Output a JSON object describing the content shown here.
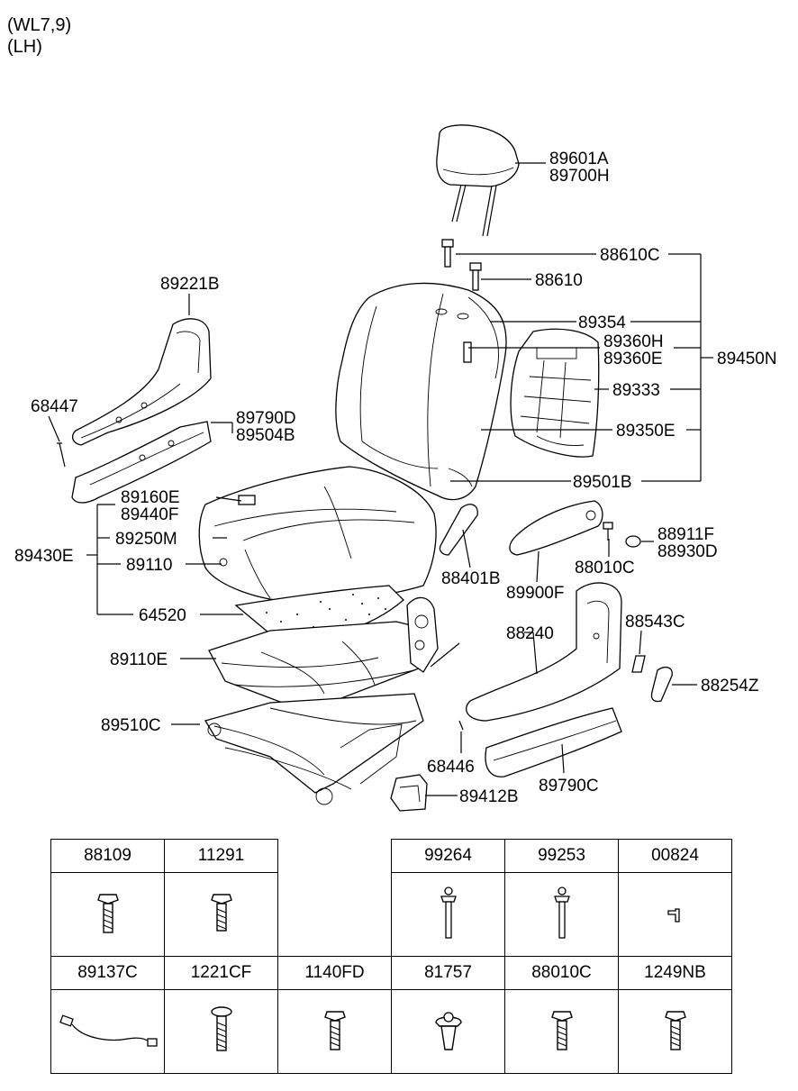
{
  "header": {
    "line1": "(WL7,9)",
    "line2": "(LH)"
  },
  "callouts": {
    "c89601A": "89601A",
    "c89700H": "89700H",
    "c88610C": "88610C",
    "c88610": "88610",
    "c89221B": "89221B",
    "c89354": "89354",
    "c89360H": "89360H",
    "c89360E": "89360E",
    "c89450N": "89450N",
    "c89333": "89333",
    "c68447": "68447",
    "c89790D": "89790D",
    "c89504B": "89504B",
    "c89350E": "89350E",
    "c89501B": "89501B",
    "c89160E": "89160E",
    "c89440F": "89440F",
    "c89430E": "89430E",
    "c89250M": "89250M",
    "c89110": "89110",
    "c88911F": "88911F",
    "c88930D": "88930D",
    "c88401B": "88401B",
    "c88010C": "88010C",
    "c89900F": "89900F",
    "c64520": "64520",
    "c88543C": "88543C",
    "c88240": "88240",
    "c89110E": "89110E",
    "c88254Z": "88254Z",
    "c89510C": "89510C",
    "c68446": "68446",
    "c89412B": "89412B",
    "c89790C": "89790C"
  },
  "legend": {
    "row1": [
      {
        "code": "88109",
        "icon": "flange-bolt-icon"
      },
      {
        "code": "11291",
        "icon": "flange-bolt-icon"
      },
      {
        "code": "",
        "icon": ""
      },
      {
        "code": "99264",
        "icon": "rivet-pin-icon"
      },
      {
        "code": "99253",
        "icon": "rivet-pin-icon"
      },
      {
        "code": "00824",
        "icon": "small-clip-icon"
      }
    ],
    "row2": [
      {
        "code": "89137C",
        "icon": "wire-harness-icon"
      },
      {
        "code": "1221CF",
        "icon": "screw-icon"
      },
      {
        "code": "1140FD",
        "icon": "flange-bolt-icon"
      },
      {
        "code": "81757",
        "icon": "push-clip-icon"
      },
      {
        "code": "88010C",
        "icon": "flange-bolt-icon"
      },
      {
        "code": "1249NB",
        "icon": "flange-bolt-icon"
      }
    ]
  }
}
